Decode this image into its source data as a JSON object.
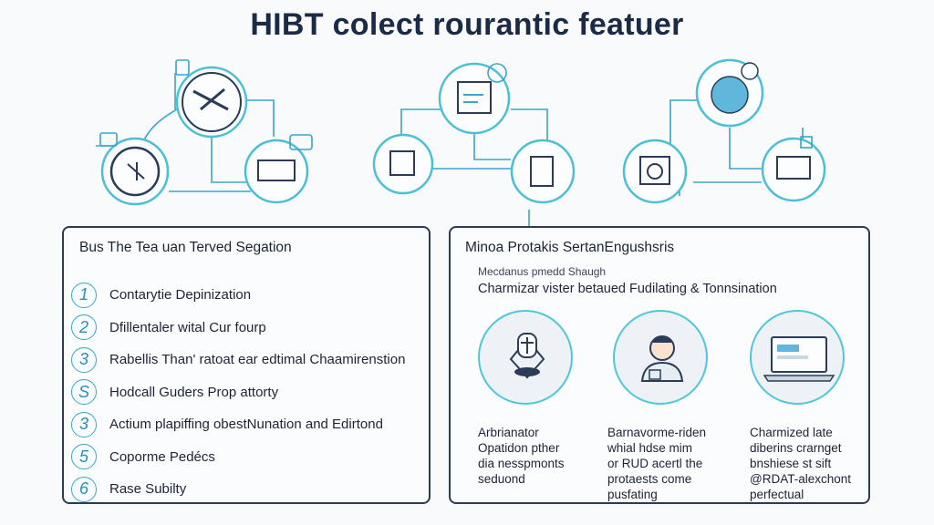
{
  "title": "HIBT colect rourantic featuer",
  "left_panel": {
    "title": "Bus The Tea uan Terved Segation",
    "items": [
      {
        "num": "1",
        "text": "Contarytie Depinization"
      },
      {
        "num": "2",
        "text": "Dfillentaler wital Cur fourp"
      },
      {
        "num": "3",
        "text": "Rabellis Than' ratoat ear edtimal Chaamirenstion"
      },
      {
        "num": "S",
        "text": "Hodcall Guders Prop attorty"
      },
      {
        "num": "3",
        "text": "Actium plapiffing obestNunation and Edirtond"
      },
      {
        "num": "5",
        "text": "Coporme Pedécs"
      },
      {
        "num": "6",
        "text": "Rase Subilty"
      }
    ]
  },
  "right_panel": {
    "title": "Minoa Protakis SertanEngushsris",
    "subtitle": "Mecdanus pmedd Shaugh",
    "subtitle2": "Charmizar vister betaued Fudilating & Tonnsination",
    "features": [
      {
        "icon": "cross-shield-icon",
        "lines": [
          "Arbrianator",
          "Opatidon pther",
          "dia nesspmonts",
          "seduond"
        ]
      },
      {
        "icon": "person-icon",
        "lines": [
          "Barnavorme-riden",
          "whial hdse mim",
          "or RUD acertl the",
          "protaests come",
          "pusfating"
        ]
      },
      {
        "icon": "laptop-icon",
        "lines": [
          "Charmized late",
          "diberins crarnget",
          "bnshiese st sift",
          "@RDAT-alexchont",
          "perfectual"
        ]
      }
    ]
  },
  "colors": {
    "accent": "#3cb8d0",
    "dark": "#1c2b45",
    "border": "#2d3a52"
  }
}
